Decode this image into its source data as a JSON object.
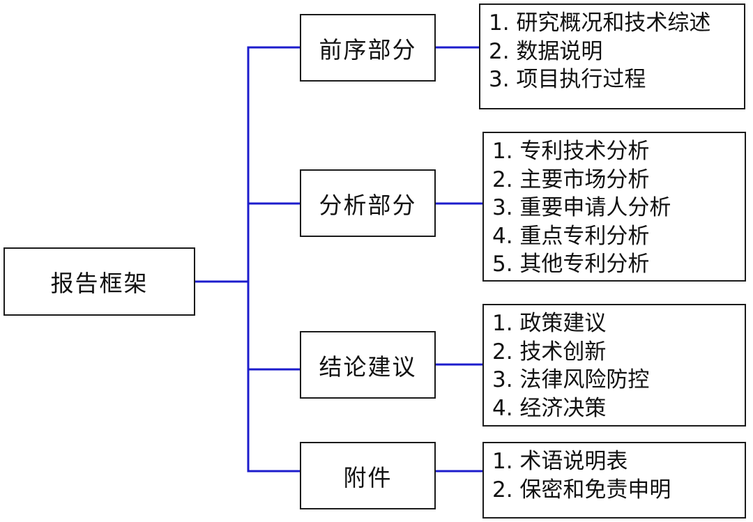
{
  "colors": {
    "connector": "#1c1ccc",
    "border": "#1a1a1a",
    "text": "#111111"
  },
  "root": {
    "label": "报告框架"
  },
  "sections": [
    {
      "label": "前序部分",
      "items": [
        "1. 研究概况和技术综述",
        "2. 数据说明",
        "3. 项目执行过程"
      ]
    },
    {
      "label": "分析部分",
      "items": [
        "1. 专利技术分析",
        "2. 主要市场分析",
        "3. 重要申请人分析",
        "4. 重点专利分析",
        "5. 其他专利分析"
      ]
    },
    {
      "label": "结论建议",
      "items": [
        "1. 政策建议",
        "2. 技术创新",
        "3. 法律风险防控",
        "4. 经济决策"
      ]
    },
    {
      "label": "附件",
      "items": [
        "1. 术语说明表",
        "2. 保密和免责申明"
      ]
    }
  ]
}
